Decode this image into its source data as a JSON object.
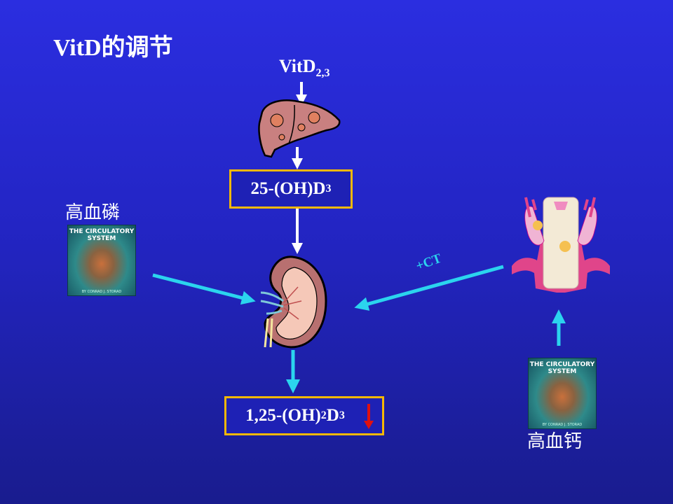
{
  "title": "VitD的调节",
  "vitd_top": {
    "main": "VitD",
    "sub": "2,3"
  },
  "box_25": {
    "main": "25-(OH)D",
    "sub": "3"
  },
  "box_125": {
    "pre": "1,25-(OH)",
    "sub1": "2",
    "mid": "D",
    "sub2": "3"
  },
  "label_phosphate": "高血磷",
  "label_calcium": "高血钙",
  "ct_label": "+CT",
  "book_cover": {
    "title_line1": "THE CIRCULATORY",
    "title_line2": "SYSTEM",
    "footer": "BY CONRAD J. STORAD"
  },
  "colors": {
    "background": "#2325c4",
    "arrow_white": "#ffffff",
    "arrow_cyan": "#2bd4ee",
    "box_border": "#f5b800",
    "arrow_red": "#e01010"
  },
  "icons": [
    "liver-icon",
    "kidney-icon",
    "thyroid-gland-icon",
    "circulatory-book-icon",
    "down-arrow-red-icon"
  ]
}
